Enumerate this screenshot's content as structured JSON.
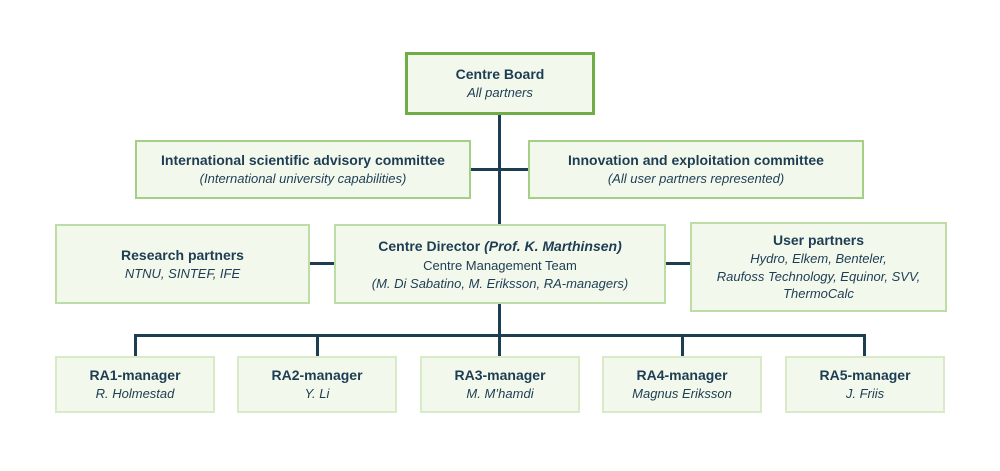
{
  "colors": {
    "text": "#1d3d52",
    "connector": "#1d3d52",
    "box_background": "#f3f8ed",
    "board_border": "#6fae47",
    "committee_border": "#a4cf86",
    "mid_border": "#bedda6",
    "ra_border": "#d8eac7"
  },
  "boxes": {
    "centre_board": {
      "title": "Centre Board",
      "subtitle": "All partners"
    },
    "advisory_committee": {
      "title": "International scientific advisory committee",
      "subtitle": "(International university capabilities)"
    },
    "innovation_committee": {
      "title": "Innovation and exploitation committee",
      "subtitle": "(All user partners represented)"
    },
    "research_partners": {
      "title": "Research partners",
      "subtitle": "NTNU, SINTEF, IFE"
    },
    "centre_director": {
      "title": "Centre Director ",
      "title_note": "(Prof. K. Marthinsen)",
      "line2": "Centre Management Team",
      "line3": "(M. Di Sabatino, M. Eriksson, RA-managers)"
    },
    "user_partners": {
      "title": "User partners",
      "lines": [
        "Hydro, Elkem, Benteler,",
        "Raufoss Technology, Equinor, SVV,",
        "ThermoCalc"
      ]
    },
    "ra_managers": [
      {
        "title": "RA1-manager",
        "name": "R. Holmestad"
      },
      {
        "title": "RA2-manager",
        "name": "Y. Li"
      },
      {
        "title": "RA3-manager",
        "name": "M. M’hamdi"
      },
      {
        "title": "RA4-manager",
        "name": "Magnus Eriksson"
      },
      {
        "title": "RA5-manager",
        "name": "J. Friis"
      }
    ]
  }
}
